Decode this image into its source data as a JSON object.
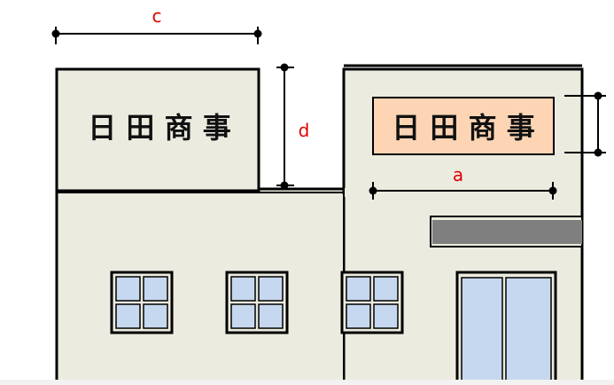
{
  "signs": {
    "rooftop_sign_text": "日 田 商 事",
    "wall_sign_text": "日 田 商 事"
  },
  "dimensions": {
    "label_a": "a",
    "label_c": "c",
    "label_d": "d"
  },
  "colors": {
    "wall": "#ecebdf",
    "outline": "#000000",
    "wall_sign_fill": "#fdd5b4",
    "awning": "#7f7f7f",
    "window_glass": "#c6d8ef",
    "dimension_text": "#e00000"
  }
}
